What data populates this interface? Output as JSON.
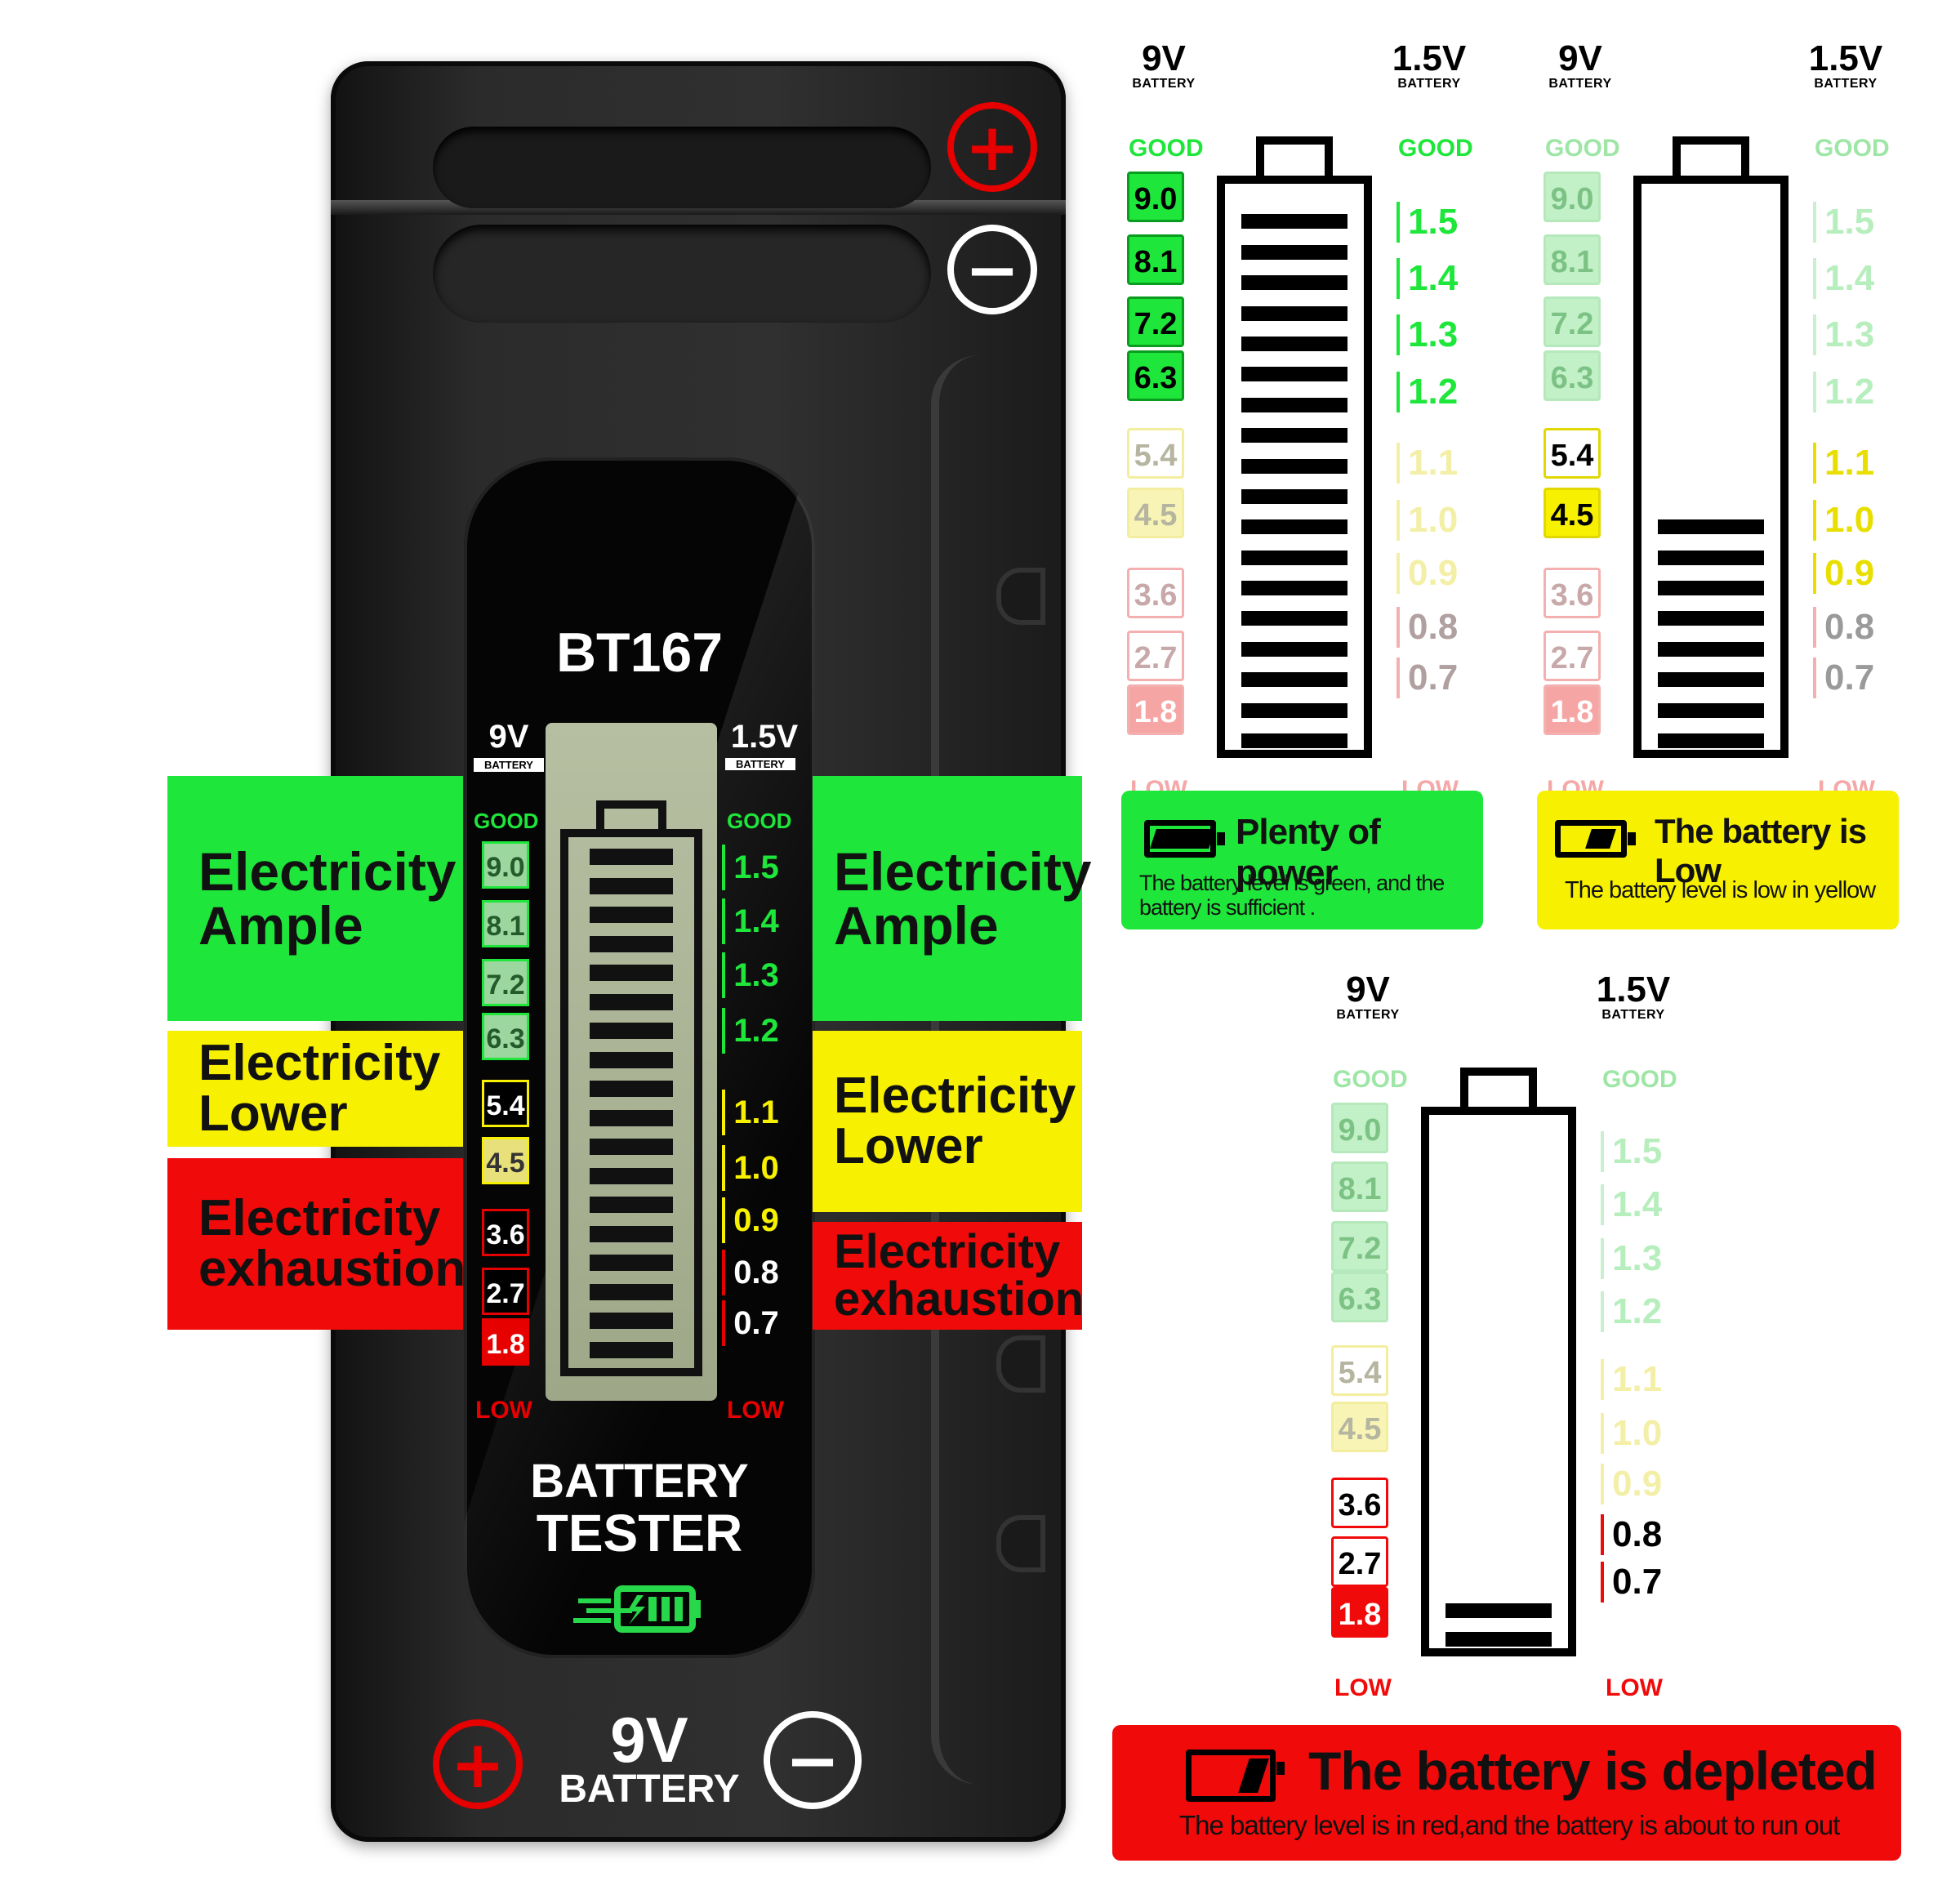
{
  "device": {
    "model": "BT167",
    "title_line1": "BATTERY",
    "title_line2": "TESTER",
    "bottom_voltage": "9V",
    "bottom_label": "BATTERY",
    "plus_symbol": "+",
    "minus_symbol": "−",
    "left_scale": {
      "voltage": "9V",
      "sub": "BATTERY",
      "good": "GOOD",
      "low": "LOW",
      "values": [
        "9.0",
        "8.1",
        "7.2",
        "6.3",
        "5.4",
        "4.5",
        "3.6",
        "2.7",
        "1.8"
      ]
    },
    "right_scale": {
      "voltage": "1.5V",
      "sub": "BATTERY",
      "good": "GOOD",
      "low": "LOW",
      "values": [
        "1.5",
        "1.4",
        "1.3",
        "1.2",
        "1.1",
        "1.0",
        "0.9",
        "0.8",
        "0.7"
      ]
    },
    "lcd_bar_count": 18
  },
  "banners": {
    "ample_line1": "Electricity",
    "ample_line2": "Ample",
    "lower_line1": "Electricity",
    "lower_line2": "Lower",
    "exhaustion_line1": "Electricity",
    "exhaustion_line2": "exhaustion"
  },
  "diagrams": [
    {
      "left_head": "9V",
      "right_head": "1.5V",
      "sub": "BATTERY",
      "good": "GOOD",
      "low": "LOW",
      "left_values": [
        "9.0",
        "8.1",
        "7.2",
        "6.3",
        "5.4",
        "4.5",
        "3.6",
        "2.7",
        "1.8"
      ],
      "right_values": [
        "1.5",
        "1.4",
        "1.3",
        "1.2",
        "1.1",
        "1.0",
        "0.9",
        "0.8",
        "0.7"
      ],
      "active_zone": "green",
      "bars": 18,
      "status_title": "Plenty of power",
      "status_text": "The battery level is green, and the battery is sufficient ."
    },
    {
      "left_head": "9V",
      "right_head": "1.5V",
      "sub": "BATTERY",
      "good": "GOOD",
      "low": "LOW",
      "left_values": [
        "9.0",
        "8.1",
        "7.2",
        "6.3",
        "5.4",
        "4.5",
        "3.6",
        "2.7",
        "1.8"
      ],
      "right_values": [
        "1.5",
        "1.4",
        "1.3",
        "1.2",
        "1.1",
        "1.0",
        "0.9",
        "0.8",
        "0.7"
      ],
      "active_zone": "yellow",
      "bars": 8,
      "status_title": "The battery is Low",
      "status_text": "The battery level is low in yellow"
    },
    {
      "left_head": "9V",
      "right_head": "1.5V",
      "sub": "BATTERY",
      "good": "GOOD",
      "low": "LOW",
      "left_values": [
        "9.0",
        "8.1",
        "7.2",
        "6.3",
        "5.4",
        "4.5",
        "3.6",
        "2.7",
        "1.8"
      ],
      "right_values": [
        "1.5",
        "1.4",
        "1.3",
        "1.2",
        "1.1",
        "1.0",
        "0.9",
        "0.8",
        "0.7"
      ],
      "active_zone": "red",
      "bars": 2,
      "status_title": "The battery is depleted",
      "status_text": "The battery level is in red,and the battery is about to run out"
    }
  ],
  "colors": {
    "green": "#1ee63a",
    "yellow": "#f7f000",
    "red": "#f00a0a",
    "faded_green": "#9ee6a6",
    "faded_yellow": "#f6f3a6",
    "faded_red": "#f4a8a8"
  }
}
